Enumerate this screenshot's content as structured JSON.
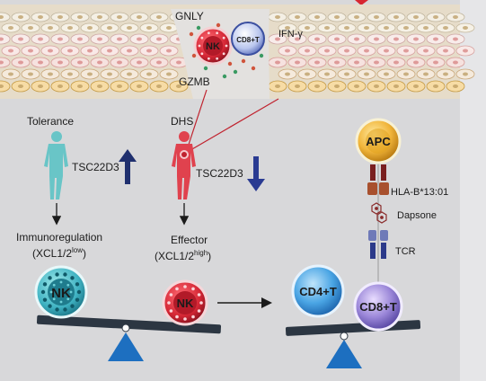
{
  "labels": {
    "gnly": "GNLY",
    "ifn": "IFN-γ",
    "gzmb": "GZMB",
    "tolerance": "Tolerance",
    "dhs": "DHS",
    "tsc_left": "TSC22D3",
    "tsc_mid": "TSC22D3",
    "immunoregulation": "Immunoregulation",
    "xcl_low_base": "(XCL1/2",
    "xcl_low_sup": "low",
    "xcl_close": ")",
    "effector": "Effector",
    "xcl_high_base": "(XCL1/2",
    "xcl_high_sup": "high",
    "hla": "HLA-B*13:01",
    "dapsone": "Dapsone",
    "tcr": "TCR"
  },
  "cells": {
    "nk_top": "NK",
    "cd8_top": "CD8+T",
    "apc": "APC",
    "nk_left": "NK",
    "nk_mid": "NK",
    "cd4": "CD4+T",
    "cd8": "CD8+T"
  },
  "colors": {
    "background": "#d8d8da",
    "arrow_up": "#1f2f6e",
    "arrow_down": "#2a3b92",
    "tolerance_figure": "#69c5c7",
    "effector_figure": "#e0424e",
    "seesaw_base": "#1d6fc0",
    "seesaw_beam": "#2c3642",
    "red_accent": "#d72631"
  }
}
